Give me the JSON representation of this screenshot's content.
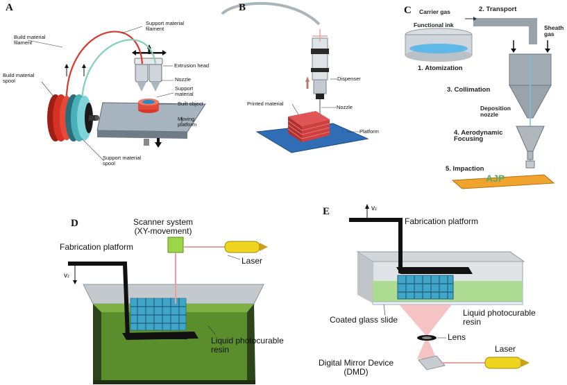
{
  "panels": {
    "A": {
      "letter": "A",
      "labels": {
        "build_filament": "Build material\nfilament",
        "support_filament": "Support material\nfilament",
        "extrusion_head": "Extrusion head",
        "nozzle": "Nozzle",
        "support_material": "Support\nmaterial",
        "built_object": "Built object",
        "build_spool": "Build material\nspool",
        "moving_platform": "Moving\nplatform",
        "support_spool": "Support material\nspool"
      }
    },
    "B": {
      "letter": "B",
      "labels": {
        "dispenser": "Dispenser",
        "printed_material": "Printed material",
        "nozzle": "Nozzle",
        "platform": "Platform"
      }
    },
    "C": {
      "letter": "C",
      "labels": {
        "carrier_gas": "Carrier gas",
        "transport": "2. Transport",
        "functional_ink": "Functional ink",
        "sheath_gas": "Sheath\ngas",
        "atomization": "1. Atomization",
        "collimation": "3. Collimation",
        "deposition_nozzle": "Deposition\nnozzle",
        "aerodynamic_focusing": "4. Aerodynamic\nFocusing",
        "impaction": "5. Impaction",
        "substrate_text": "AJP"
      }
    },
    "D": {
      "letter": "D",
      "labels": {
        "scanner": "Scanner system\n(XY-movement)",
        "fabrication_platform": "Fabrication platform",
        "laser": "Laser",
        "vz_v": "v",
        "vz_sub": "z",
        "resin": "Liquid photocurable\nresin"
      }
    },
    "E": {
      "letter": "E",
      "labels": {
        "vz_v": "v",
        "vz_sub": "z",
        "fabrication_platform": "Fabrication platform",
        "coated_glass": "Coated glass slide",
        "resin": "Liquid photocurable\nresin",
        "lens": "Lens",
        "laser": "Laser",
        "dmd": "Digital Mirror Device\n(DMD)"
      }
    }
  }
}
